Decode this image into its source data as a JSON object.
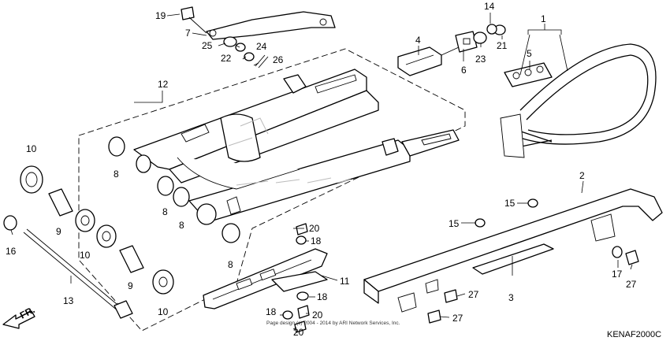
{
  "diagram_code": "KENAF2000C",
  "copyright": "Page design (c) 2004 - 2014 by ARI Network Services, Inc.",
  "front_arrow_label": "FR.",
  "callouts": {
    "c1": "1",
    "c2": "2",
    "c3": "3",
    "c4": "4",
    "c5": "5",
    "c6": "6",
    "c7": "7",
    "c8a": "8",
    "c8b": "8",
    "c8c": "8",
    "c8d": "8",
    "c9a": "9",
    "c9b": "9",
    "c10a": "10",
    "c10b": "10",
    "c10c": "10",
    "c11": "11",
    "c12": "12",
    "c13": "13",
    "c14": "14",
    "c15a": "15",
    "c15b": "15",
    "c16": "16",
    "c17": "17",
    "c18a": "18",
    "c18b": "18",
    "c18c": "18",
    "c19": "19",
    "c20a": "20",
    "c20b": "20",
    "c20c": "20",
    "c21": "21",
    "c22": "22",
    "c23": "23",
    "c24": "24",
    "c25": "25",
    "c26": "26",
    "c27a": "27",
    "c27b": "27",
    "c27c": "27"
  }
}
